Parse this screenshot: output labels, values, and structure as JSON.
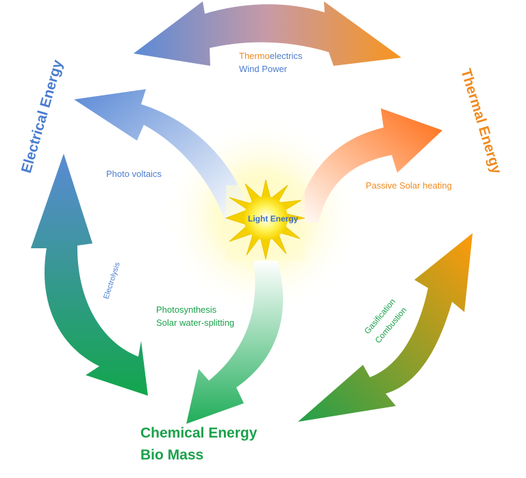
{
  "nodes": {
    "electrical": "Electrical Energy",
    "thermal": "Thermal Energy",
    "chemical_line1": "Chemical Energy",
    "chemical_line2": "Bio Mass",
    "light": "Light Energy"
  },
  "links": {
    "thermo_prefix": "Thermo",
    "thermo_suffix": "electrics",
    "wind_power": "Wind Power",
    "photo_voltaics": "Photo  voltaics",
    "passive_solar": "Passive Solar heating",
    "electrolysis": "Electrolysis",
    "photosynthesis": "Photosynthesis",
    "water_splitting": "Solar water-splitting",
    "gasification": "Gasification",
    "combustion": "Combustion"
  },
  "colors": {
    "electrical_blue": "#4a7ccf",
    "thermal_orange": "#f08a1e",
    "chemical_green": "#1aa14a",
    "sun_yellow": "#ffe800"
  }
}
